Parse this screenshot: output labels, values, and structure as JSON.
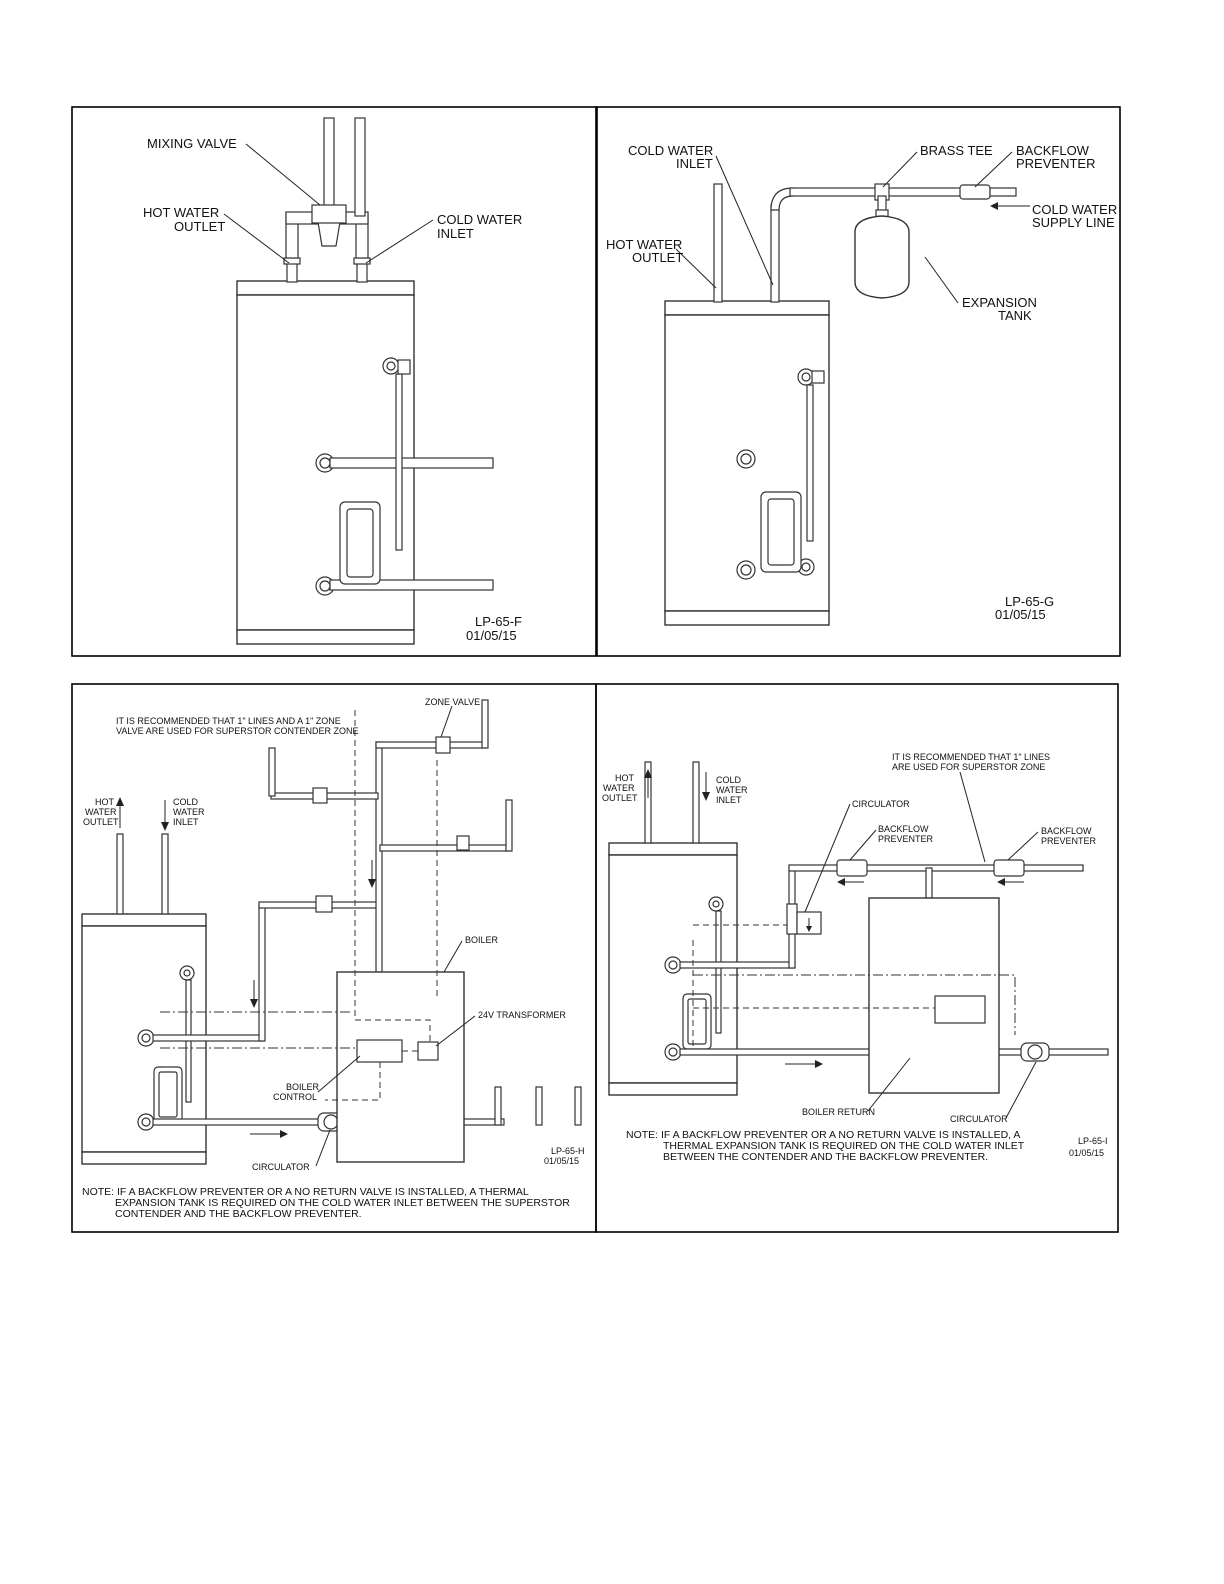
{
  "panel_f": {
    "mixing_valve": "MIXING VALVE",
    "hot_water_1": "HOT WATER",
    "hot_water_2": "OUTLET",
    "cold_water_1": "COLD WATER",
    "cold_water_2": "INLET",
    "code": "LP-65-F",
    "date": "01/05/15"
  },
  "panel_g": {
    "cold_water_1": "COLD WATER",
    "cold_water_2": "INLET",
    "brass_tee": "BRASS TEE",
    "backflow_1": "BACKFLOW",
    "backflow_2": "PREVENTER",
    "supply_1": "COLD WATER",
    "supply_2": "SUPPLY LINE",
    "hot_water_1": "HOT WATER",
    "hot_water_2": "OUTLET",
    "expansion_1": "EXPANSION",
    "expansion_2": "TANK",
    "code": "LP-65-G",
    "date": "01/05/15"
  },
  "panel_h": {
    "zone_valve": "ZONE VALVE",
    "rec_1": "IT IS RECOMMENDED THAT 1\" LINES AND A 1\" ZONE",
    "rec_2": "VALVE ARE USED FOR SUPERSTOR CONTENDER ZONE",
    "hot_1": "HOT",
    "hot_2": "WATER",
    "hot_3": "OUTLET",
    "cold_1": "COLD",
    "cold_2": "WATER",
    "cold_3": "INLET",
    "boiler": "BOILER",
    "transformer": "24V TRANSFORMER",
    "boiler_control_1": "BOILER",
    "boiler_control_2": "CONTROL",
    "circulator": "CIRCULATOR",
    "code": "LP-65-H",
    "date": "01/05/15",
    "note_1": "NOTE:  IF A BACKFLOW PREVENTER OR A NO RETURN VALVE IS INSTALLED, A THERMAL",
    "note_2": "EXPANSION TANK IS REQUIRED ON THE COLD WATER INLET BETWEEN THE SUPERSTOR",
    "note_3": "CONTENDER AND THE BACKFLOW PREVENTER."
  },
  "panel_i": {
    "rec_1": "IT IS RECOMMENDED THAT 1\" LINES",
    "rec_2": "ARE USED FOR SUPERSTOR ZONE",
    "hot_1": "HOT",
    "hot_2": "WATER",
    "hot_3": "OUTLET",
    "cold_1": "COLD",
    "cold_2": "WATER",
    "cold_3": "INLET",
    "circulator_top": "CIRCULATOR",
    "backflow_l_1": "BACKFLOW",
    "backflow_l_2": "PREVENTER",
    "backflow_r_1": "BACKFLOW",
    "backflow_r_2": "PREVENTER",
    "boiler_return": "BOILER RETURN",
    "circulator_bottom": "CIRCULATOR",
    "code": "LP-65-I",
    "date": "01/05/15",
    "note_1": "NOTE:  IF A BACKFLOW PREVENTER OR A NO RETURN VALVE IS INSTALLED, A",
    "note_2": "THERMAL EXPANSION TANK IS REQUIRED ON THE COLD WATER INLET",
    "note_3": "BETWEEN THE CONTENDER AND THE BACKFLOW PREVENTER."
  }
}
